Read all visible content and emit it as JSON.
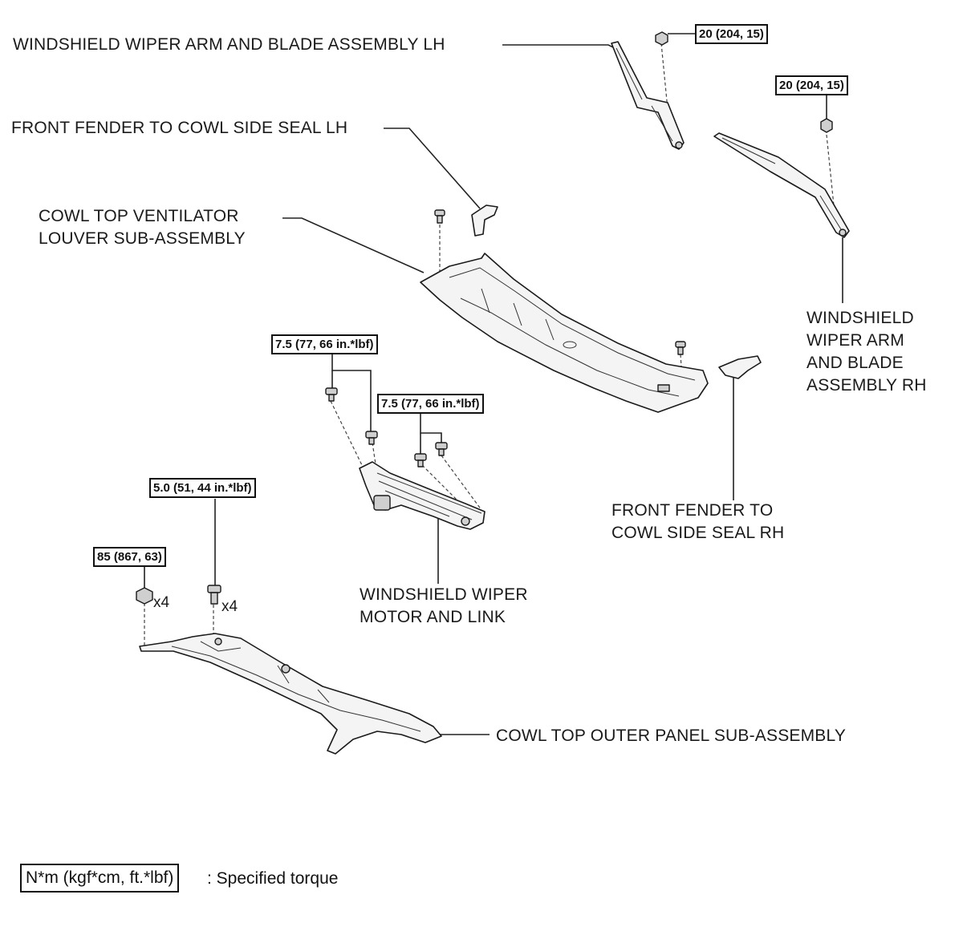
{
  "labels": {
    "wiper_arm_lh": "WINDSHIELD WIPER ARM AND BLADE ASSEMBLY LH",
    "fender_seal_lh": "FRONT FENDER TO COWL SIDE SEAL LH",
    "louver_line1": "COWL TOP VENTILATOR",
    "louver_line2": "LOUVER SUB-ASSEMBLY",
    "wiper_arm_rh_line1": "WINDSHIELD",
    "wiper_arm_rh_line2": "WIPER ARM",
    "wiper_arm_rh_line3": "AND BLADE",
    "wiper_arm_rh_line4": "ASSEMBLY RH",
    "fender_seal_rh_line1": "FRONT FENDER TO",
    "fender_seal_rh_line2": "COWL SIDE SEAL RH",
    "motor_line1": "WINDSHIELD WIPER",
    "motor_line2": "MOTOR AND LINK",
    "outer_panel": "COWL TOP OUTER PANEL SUB-ASSEMBLY"
  },
  "torques": {
    "arm_lh_nut": "20 (204, 15)",
    "arm_rh_nut": "20 (204, 15)",
    "motor_bolts_a": "7.5 (77, 66 in.*lbf)",
    "motor_bolts_b": "7.5 (77, 66 in.*lbf)",
    "panel_bolts": "5.0 (51, 44 in.*lbf)",
    "panel_nuts": "85 (867, 63)"
  },
  "multipliers": {
    "panel_nuts": "x4",
    "panel_bolts": "x4"
  },
  "legend": {
    "box": "N*m (kgf*cm, ft.*lbf)",
    "text": ": Specified torque"
  }
}
